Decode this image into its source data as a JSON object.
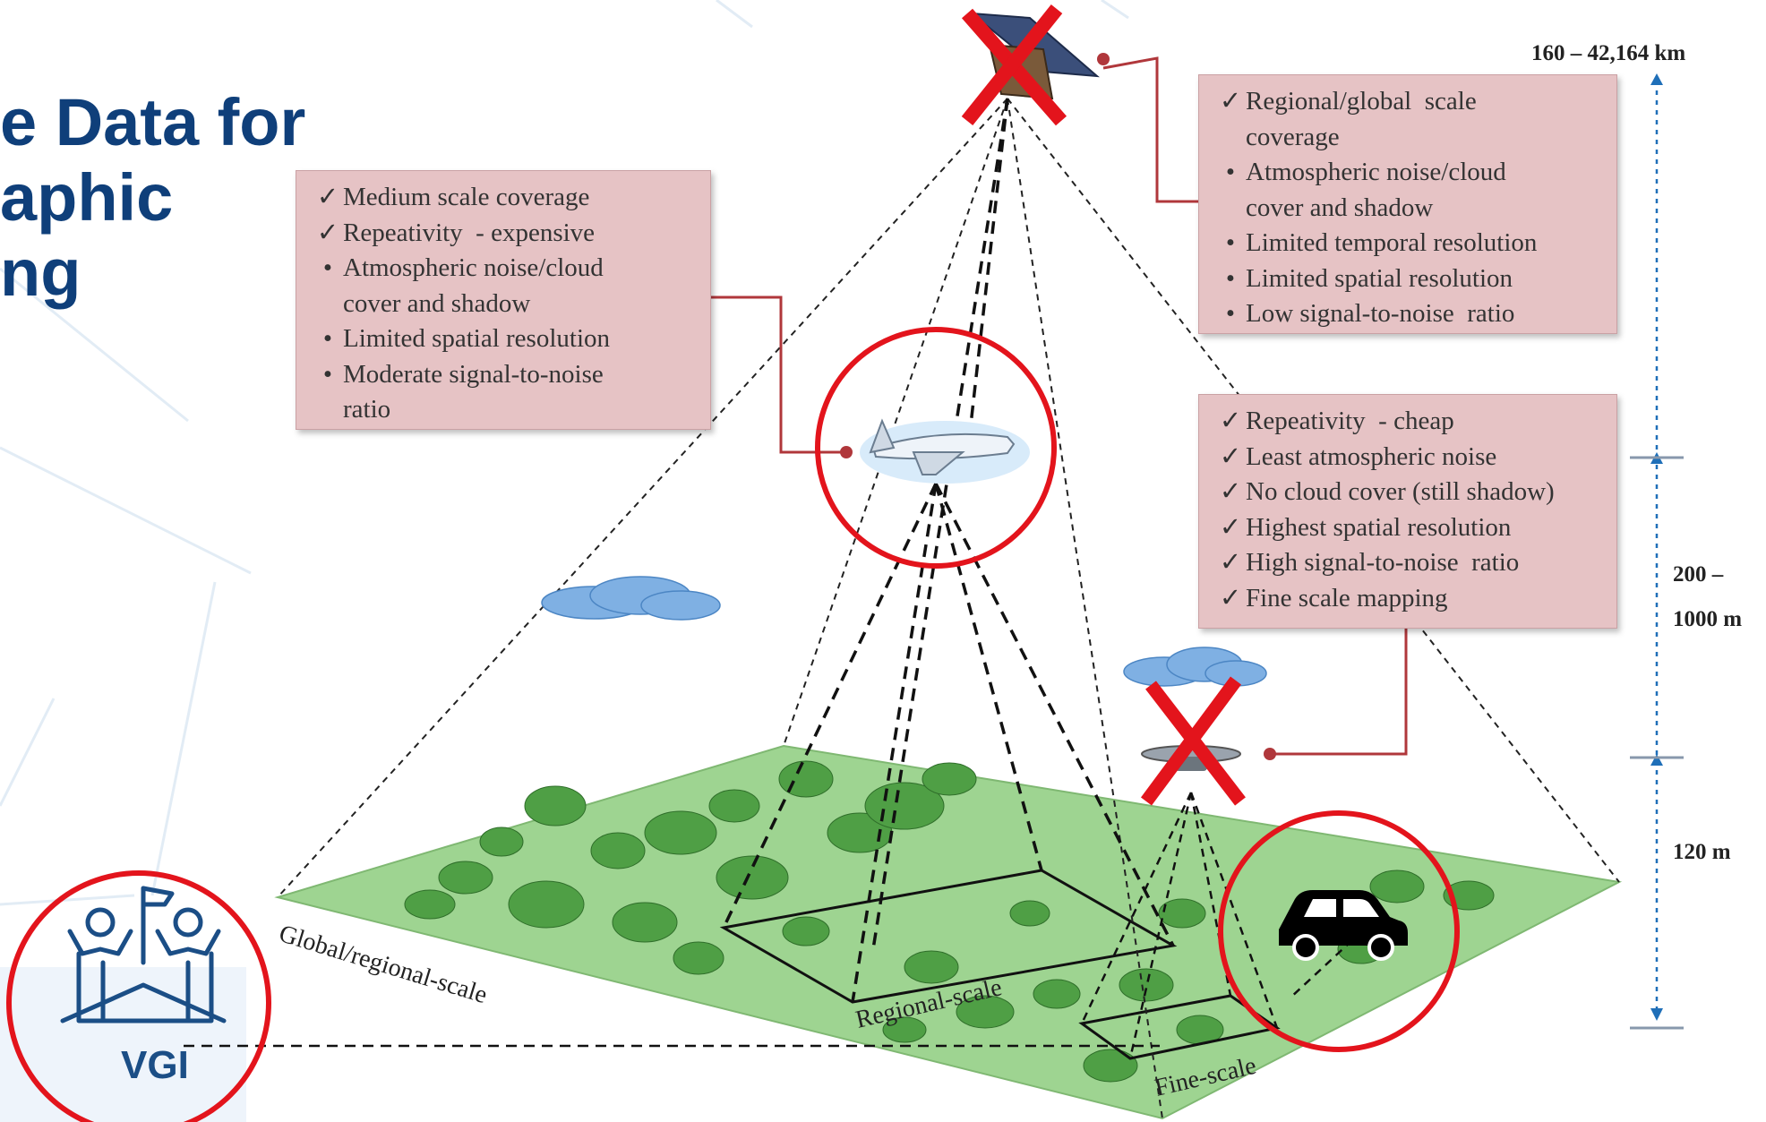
{
  "title": {
    "lines": [
      "e Data for",
      "aphic",
      "ng"
    ]
  },
  "altitudes": {
    "top": "160 – 42,164 km",
    "middle_line1": "200 –",
    "middle_line2": "1000 m",
    "bottom": "120 m"
  },
  "boxes": {
    "satellite": [
      {
        "mark": "✓",
        "text": "Regional/global  scale"
      },
      {
        "mark": "",
        "text": "coverage"
      },
      {
        "mark": "•",
        "text": "Atmospheric noise/cloud"
      },
      {
        "mark": "",
        "text": "cover and shadow"
      },
      {
        "mark": "•",
        "text": "Limited temporal resolution"
      },
      {
        "mark": "•",
        "text": "Limited spatial resolution"
      },
      {
        "mark": "•",
        "text": "Low signal-to-noise  ratio"
      }
    ],
    "airplane": [
      {
        "mark": "✓",
        "text": "Medium scale coverage"
      },
      {
        "mark": "✓",
        "text": "Repeativity  - expensive"
      },
      {
        "mark": "•",
        "text": "Atmospheric noise/cloud"
      },
      {
        "mark": "",
        "text": "cover and shadow"
      },
      {
        "mark": "•",
        "text": "Limited spatial resolution"
      },
      {
        "mark": "•",
        "text": "Moderate signal-to-noise"
      },
      {
        "mark": "",
        "text": "ratio"
      }
    ],
    "drone": [
      {
        "mark": "✓",
        "text": "Repeativity  - cheap"
      },
      {
        "mark": "✓",
        "text": "Least atmospheric noise"
      },
      {
        "mark": "✓",
        "text": "No cloud cover (still shadow)"
      },
      {
        "mark": "✓",
        "text": "Highest spatial resolution"
      },
      {
        "mark": "✓",
        "text": "High signal-to-noise  ratio"
      },
      {
        "mark": "✓",
        "text": "Fine scale mapping"
      }
    ]
  },
  "plane_labels": {
    "global": "Global/regional-scale",
    "regional": "Regional-scale",
    "fine": "Fine-scale"
  },
  "vgi": "VGI",
  "colors": {
    "title": "#0f3f7a",
    "highlight_red": "#e3141c",
    "box_fill": "#e6c3c5",
    "ground_green": "#9ed491",
    "axis_blue": "#1f6fb8"
  },
  "icons": [
    "satellite-icon",
    "airplane-icon",
    "drone-icon",
    "car-icon",
    "cloud-icon",
    "tree-icon",
    "vgi-people-icon"
  ]
}
